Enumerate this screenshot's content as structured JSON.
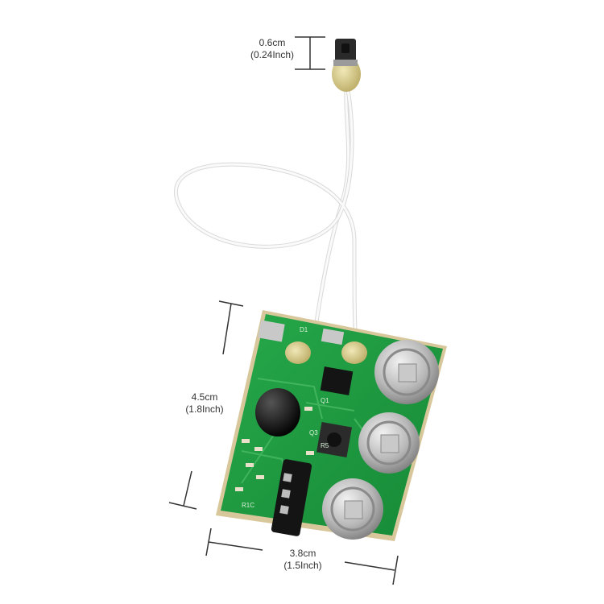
{
  "dimensions": {
    "button": {
      "metric": "0.6cm",
      "imperial": "(0.24Inch)"
    },
    "height": {
      "metric": "4.5cm",
      "imperial": "(1.8Inch)"
    },
    "width": {
      "metric": "3.8cm",
      "imperial": "(1.5Inch)"
    }
  },
  "board_markings": [
    "D1",
    "R1C",
    "R5",
    "Q1",
    "Q3"
  ],
  "colors": {
    "background": "#ffffff",
    "pcb": "#1f9a3f",
    "pcb_edge": "#d8c79a",
    "wire": "#f4f4f4",
    "pad": "#c8c8c8",
    "component": "#141414",
    "annotation": "#333333"
  }
}
